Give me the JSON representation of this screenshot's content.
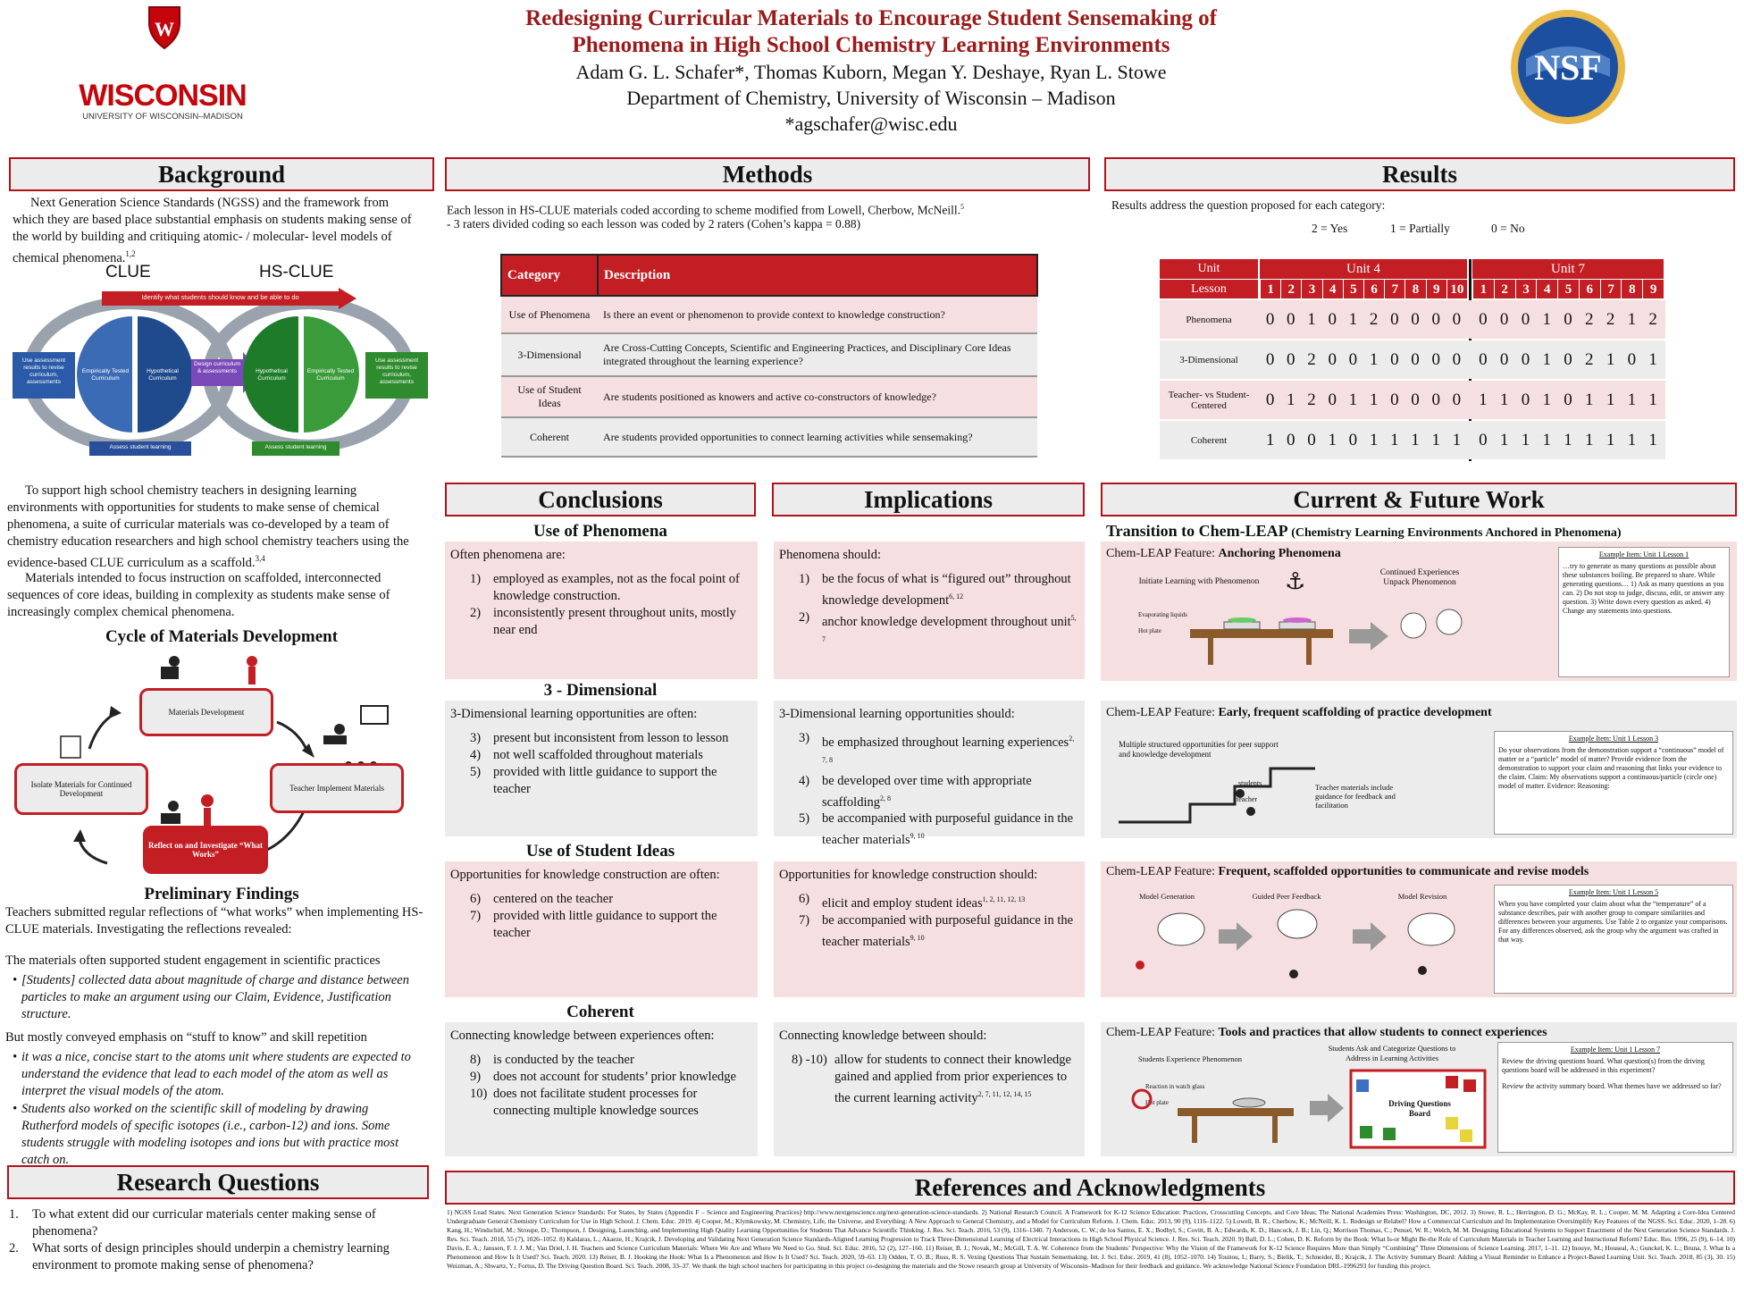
{
  "header": {
    "title_line1": "Redesigning Curricular Materials to Encourage Student Sensemaking of",
    "title_line2": "Phenomena in High School Chemistry Learning Environments",
    "authors": "Adam G. L. Schafer*, Thomas Kuborn, Megan Y. Deshaye, Ryan L. Stowe",
    "department": "Department of Chemistry, University of Wisconsin – Madison",
    "email": "*agschafer@wisc.edu",
    "logo_left_text": "WISCONSIN",
    "logo_left_sub": "UNIVERSITY OF WISCONSIN–MADISON",
    "logo_right_text": "NSF"
  },
  "background": {
    "heading": "Background",
    "p1": "Next Generation Science Standards (NGSS) and the framework from which they are based place substantial emphasis on students making sense of the world by building and critiquing atomic- / molecular- level models of chemical phenomena.",
    "p1_ref": "1,2",
    "diagram": {
      "label_clue": "CLUE",
      "label_hsclue": "HS-CLUE",
      "top_arrow": "Identify what students should know and be able to do",
      "left_box": "Use assessment results to revise curriculum, assessments",
      "c1": "Empirically Tested Curriculum",
      "c2": "Hypothetical Curriculum",
      "mid": "Design curriculum & assessments",
      "c3": "Hypothetical Curriculum",
      "c4": "Empirically Tested Curriculum",
      "right_box": "Use assessment results to revise curriculum, assessments",
      "bottom_left": "Assess student learning",
      "bottom_right": "Assess student learning"
    },
    "p2": "To support high school chemistry teachers in designing learning environments with opportunities for students to make sense of chemical phenomena, a suite of curricular materials was co-developed by a team of chemistry education researchers and high school chemistry teachers using the evidence-based CLUE curriculum as a scaffold.",
    "p2_ref": "3,4",
    "p3": "Materials intended to focus instruction on scaffolded, interconnected sequences of core ideas, building in complexity as students make sense of increasingly complex chemical phenomena.",
    "cycle_title": "Cycle of Materials Development",
    "cycle": {
      "n1": "Materials Development",
      "n2": "Teacher Implement Materials",
      "n3": "Reflect on and Investigate “What Works”",
      "n4": "Isolate Materials for Continued Development"
    },
    "prelim_title": "Preliminary Findings",
    "prelim_p1": "Teachers submitted regular reflections of “what works” when implementing HS-CLUE materials. Investigating the reflections revealed:",
    "prelim_p2": "The materials often supported student engagement in scientific practices",
    "prelim_q1": "[Students] collected data about magnitude of charge and distance between particles to make an argument using our Claim, Evidence, Justification structure.",
    "prelim_p3": "But mostly conveyed emphasis on “stuff to know” and skill repetition",
    "prelim_q2": "it was a nice, concise start to the atoms unit where students are expected to understand the evidence that lead to each model of the atom as well as interpret the visual models of the atom.",
    "prelim_q3": "Students also worked on the scientific skill of modeling by drawing Rutherford models of specific isotopes (i.e., carbon-12) and ions. Some students struggle with modeling isotopes and ions but with practice most catch on."
  },
  "research": {
    "heading": "Research Questions",
    "q1": "To what extent did our curricular materials center making sense of phenomena?",
    "q2": "What sorts of design principles should underpin a chemistry learning environment to promote making sense of phenomena?"
  },
  "methods": {
    "heading": "Methods",
    "l1": "Each lesson in HS-CLUE materials coded according to scheme modified from Lowell, Cherbow, McNeill.",
    "l1_ref": "5",
    "l2": "-    3 raters divided coding so each lesson was coded by 2 raters (Cohen’s kappa = 0.88)",
    "col_category": "Category",
    "col_description": "Description",
    "rows": [
      {
        "cat": "Use of Phenomena",
        "desc": "Is there an event or phenomenon to provide context to knowledge construction?"
      },
      {
        "cat": "3-Dimensional",
        "desc": "Are Cross-Cutting Concepts, Scientific and Engineering Practices, and Disciplinary Core Ideas integrated throughout the learning experience?"
      },
      {
        "cat": "Use of Student Ideas",
        "desc": "Are students positioned as knowers and active co-constructors of knowledge?"
      },
      {
        "cat": "Coherent",
        "desc": "Are students provided opportunities to connect learning activities while sensemaking?"
      }
    ]
  },
  "results": {
    "heading": "Results",
    "intro": "Results address the question proposed for each category:",
    "legend_yes": "2 = Yes",
    "legend_partial": "1 = Partially",
    "legend_no": "0 = No",
    "unit_label": "Unit",
    "lesson_label": "Lesson",
    "unit4": "Unit 4",
    "unit7": "Unit 7",
    "lessons4": [
      "1",
      "2",
      "3",
      "4",
      "5",
      "6",
      "7",
      "8",
      "9",
      "10"
    ],
    "lessons7": [
      "1",
      "2",
      "3",
      "4",
      "5",
      "6",
      "7",
      "8",
      "9"
    ],
    "rows": [
      {
        "label": "Phenomena",
        "u4": [
          "0",
          "0",
          "1",
          "0",
          "1",
          "2",
          "0",
          "0",
          "0",
          "0"
        ],
        "u7": [
          "0",
          "0",
          "0",
          "1",
          "0",
          "2",
          "2",
          "1",
          "2"
        ]
      },
      {
        "label": "3-Dimensional",
        "u4": [
          "0",
          "0",
          "2",
          "0",
          "0",
          "1",
          "0",
          "0",
          "0",
          "0"
        ],
        "u7": [
          "0",
          "0",
          "0",
          "1",
          "0",
          "2",
          "1",
          "0",
          "1"
        ]
      },
      {
        "label": "Teacher- vs Student- Centered",
        "u4": [
          "0",
          "1",
          "2",
          "0",
          "1",
          "1",
          "0",
          "0",
          "0",
          "0"
        ],
        "u7": [
          "1",
          "1",
          "0",
          "1",
          "0",
          "1",
          "1",
          "1",
          "1"
        ]
      },
      {
        "label": "Coherent",
        "u4": [
          "1",
          "0",
          "0",
          "1",
          "0",
          "1",
          "1",
          "1",
          "1",
          "1"
        ],
        "u7": [
          "0",
          "1",
          "1",
          "1",
          "1",
          "1",
          "1",
          "1",
          "1"
        ]
      }
    ]
  },
  "conclusions": {
    "heading": "Conclusions",
    "s1_title": "Use of Phenomena",
    "s1_lead": "Often phenomena are:",
    "s1_items": [
      {
        "n": "1)",
        "t": "employed as examples, not as the focal point of knowledge construction."
      },
      {
        "n": "2)",
        "t": "inconsistently present throughout units, mostly near end"
      }
    ],
    "s2_title": "3 - Dimensional",
    "s2_lead": "3-Dimensional learning opportunities are often:",
    "s2_items": [
      {
        "n": "3)",
        "t": "present but inconsistent from lesson to lesson"
      },
      {
        "n": "4)",
        "t": "not well scaffolded throughout materials"
      },
      {
        "n": "5)",
        "t": "provided with little guidance to support the teacher"
      }
    ],
    "s3_title": "Use of Student Ideas",
    "s3_lead": "Opportunities for knowledge construction are often:",
    "s3_items": [
      {
        "n": "6)",
        "t": "centered on the teacher"
      },
      {
        "n": "7)",
        "t": "provided with little guidance to support the teacher"
      }
    ],
    "s4_title": "Coherent",
    "s4_lead": "Connecting knowledge between experiences often:",
    "s4_items": [
      {
        "n": "8)",
        "t": "is conducted by the teacher"
      },
      {
        "n": "9)",
        "t": "does not account for students’ prior knowledge"
      },
      {
        "n": "10)",
        "t": "does not facilitate student processes for connecting multiple knowledge sources"
      }
    ]
  },
  "implications": {
    "heading": "Implications",
    "s1_lead": "Phenomena should:",
    "s1_items": [
      {
        "n": "1)",
        "t": "be the focus of what is “figured out” throughout knowledge development",
        "r": "6, 12"
      },
      {
        "n": "2)",
        "t": "anchor knowledge development throughout unit",
        "r": "5, 7"
      }
    ],
    "s2_lead": "3-Dimensional learning opportunities should:",
    "s2_items": [
      {
        "n": "3)",
        "t": "be emphasized throughout learning experiences",
        "r": "2, 7, 8"
      },
      {
        "n": "4)",
        "t": "be developed over time with appropriate scaffolding",
        "r": "2, 8"
      },
      {
        "n": "5)",
        "t": "be accompanied with purposeful guidance in the teacher materials",
        "r": "9, 10"
      }
    ],
    "s3_lead": "Opportunities for knowledge construction should:",
    "s3_items": [
      {
        "n": "6)",
        "t": "elicit and employ student ideas",
        "r": "1, 2, 11, 12, 13"
      },
      {
        "n": "7)",
        "t": "be accompanied with purposeful guidance in the teacher materials",
        "r": "9, 10"
      }
    ],
    "s4_lead": "Connecting knowledge between should:",
    "s4_items": [
      {
        "n": "8) -10)",
        "t": "allow for students to connect their knowledge gained and applied from prior experiences to the current learning activity",
        "r": "2, 7, 11, 12, 14, 15"
      }
    ]
  },
  "future": {
    "heading": "Current & Future Work",
    "transition": "Transition to Chem-LEAP",
    "transition_sub": "(Chemistry Learning Environments Anchored in Phenomena)",
    "feat_prefix": "Chem-LEAP Feature:",
    "f1": {
      "title": "Anchoring Phenomena",
      "l1": "Initiate Learning with Phenomenon",
      "l2": "Continued Experiences Unpack Phenomenon",
      "l3": "Evaporating liquids",
      "l4": "Hot plate",
      "ex_title": "Example Item: Unit 1 Lesson 1",
      "ex_text": "…try to generate as many questions as possible about these substances boiling. Be prepared to share. While generating questions… 1) Ask as many questions as you can. 2) Do not stop to judge, discuss, edit, or answer any question. 3) Write down every question as asked. 4) Change any statements into questions."
    },
    "f2": {
      "title": "Early, frequent scaffolding of practice development",
      "l1": "Multiple structured opportunities for peer support and knowledge development",
      "l2": "students",
      "l3": "teacher",
      "l4": "Teacher materials include guidance for feedback and facilitation",
      "ex_title": "Example Item: Unit 1 Lesson 3",
      "ex_text": "Do your observations from the demonstration support a “continuous” model of matter or a “particle” model of matter? Provide evidence from the demonstration to support your claim and reasoning that links your evidence to the claim. Claim: My observations support a continuous/particle (circle one) model of matter. Evidence: Reasoning:"
    },
    "f3": {
      "title": "Frequent, scaffolded opportunities to communicate and revise models",
      "l1": "Model Generation",
      "l2": "Guided Peer Feedback",
      "l3": "Model Revision",
      "ex_title": "Example Item: Unit 1 Lesson 5",
      "ex_text": "When you have completed your claim about what the “temperature” of a substance describes, pair with another group to compare similarities and differences between your arguments. Use Table 2 to organize your comparisons. For any differences observed, ask the group why the argument was crafted in that way."
    },
    "f4": {
      "title": "Tools and practices that allow students to connect experiences",
      "l1": "Students Experience Phenomenon",
      "l2": "Students Ask and Categorize Questions to Address in Learning Activities",
      "l3": "Reaction in watch glass",
      "l4": "Hot plate",
      "l5": "Driving Questions Board",
      "ex_title": "Example Item: Unit 1 Lesson 7",
      "ex_text1": "Review the driving questions board. What question(s) from the driving questions board will be addressed in this experiment?",
      "ex_text2": "Review the activity summary board. What themes have we addressed so far?"
    }
  },
  "references": {
    "heading": "References and Acknowledgments",
    "text": "1) NGSS Lead States. Next Generation Science Standards: For States, by States (Appendix F – Science and Engineering Practices) http://www.nextgenscience.org/next-generation-science-standards. 2) National Research Council. A Framework for K-12 Science Education: Practices, Crosscutting Concepts, and Core Ideas; The National Academies Press: Washington, DC, 2012. 3) Stowe, R. L.; Herrington, D. G.; McKay, R. L.; Cooper, M. M. Adapting a Core-Idea Centered Undergraduate General Chemistry Curriculum for Use in High School. J. Chem. Educ. 2019. 4) Cooper, M.; Klymkowsky, M. Chemistry, Life, the Universe, and Everything: A New Approach to General Chemistry, and a Model for Curriculum Reform. J. Chem. Educ. 2013, 90 (9), 1116–1122. 5) Lowell, B. R.; Cherbow, K.; McNeill, K. L. Redesign or Relabel? How a Commercial Curriculum and Its Implementation Oversimplify Key Features of the NGSS. Sci. Educ. 2020, 1–28. 6) Kang, H.; Windschitl, M.; Stroupe, D.; Thompson, J. Designing, Launching, and Implementing High Quality Learning Opportunities for Students That Advance Scientific Thinking. J. Res. Sci. Teach. 2016, 53 (9), 1316–1340. 7) Anderson, C. W.; de los Santos, E. X.; Bodbyl, S.; Covitt, B. A.; Edwards, K. D.; Hancock, J. B.; Lin, Q.; Morrison Thomas, C.; Penuel, W. R.; Welch, M. M. Designing Educational Systems to Support Enactment of the Next Generation Science Standards. J. Res. Sci. Teach. 2018, 55 (7), 1026–1052. 8) Kaldaras, L.; Akaeze, H.; Krajcik, J. Developing and Validating Next Generation Science Standards-Aligned Learning Progression to Track Three-Dimensional Learning of Electrical Interactions in High School Physical Science. J. Res. Sci. Teach. 2020. 9) Ball, D. L.; Cohen, D. K. Reform by the Book: What Is-or Might Be-the Role of Curriculum Materials in Teacher Learning and Instructional Reform? Educ. Res. 1996, 25 (9), 6–14. 10) Davis, E. A.; Janssen, F. J. J. M.; Van Driel, J. H. Teachers and Science Curriculum Materials: Where We Are and Where We Need to Go. Stud. Sci. Educ. 2016, 52 (2), 127–160. 11) Reiser, B. J.; Novak, M.; McGill, T. A. W. Coherence from the Students’ Perspective: Why the Vision of the Framework for K-12 Science Requires More than Simply “Combining” Three Dimensions of Science Learning. 2017, 1–11. 12) Inouye, M.; Houseal, A.; Gunckel, K. L.; Bruna, J. What Is a Phenomenon and How Is It Used? Sci. Teach. 2020. 13) Reiser, B. J. Hooking the Hook: What Is a Phenomenon and How Is It Used? Sci. Teach. 2020, 59–63. 13) Odden, T. O. B.; Russ, R. S. Vexing Questions That Sustain Sensemaking. Int. J. Sci. Educ. 2019, 41 (8), 1052–1070. 14) Touitou, I.; Barry, S.; Bielik, T.; Schneider, B.; Krajcik, J. The Activity Summary Board: Adding a Visual Reminder to Enhance a Project-Based Learning Unit. Sci. Teach. 2018, 85 (3), 30. 15) Weizman, A.; Shwartz, Y.; Fortus, D. The Driving Question Board. Sci. Teach. 2008, 33–37. We thank the high school teachers for participating in this project co-designing the materials and the Stowe research group at University of Wisconsin–Madison for their feedback and guidance. We acknowledge National Science Foundation DRL-1996293 for funding this project."
  }
}
